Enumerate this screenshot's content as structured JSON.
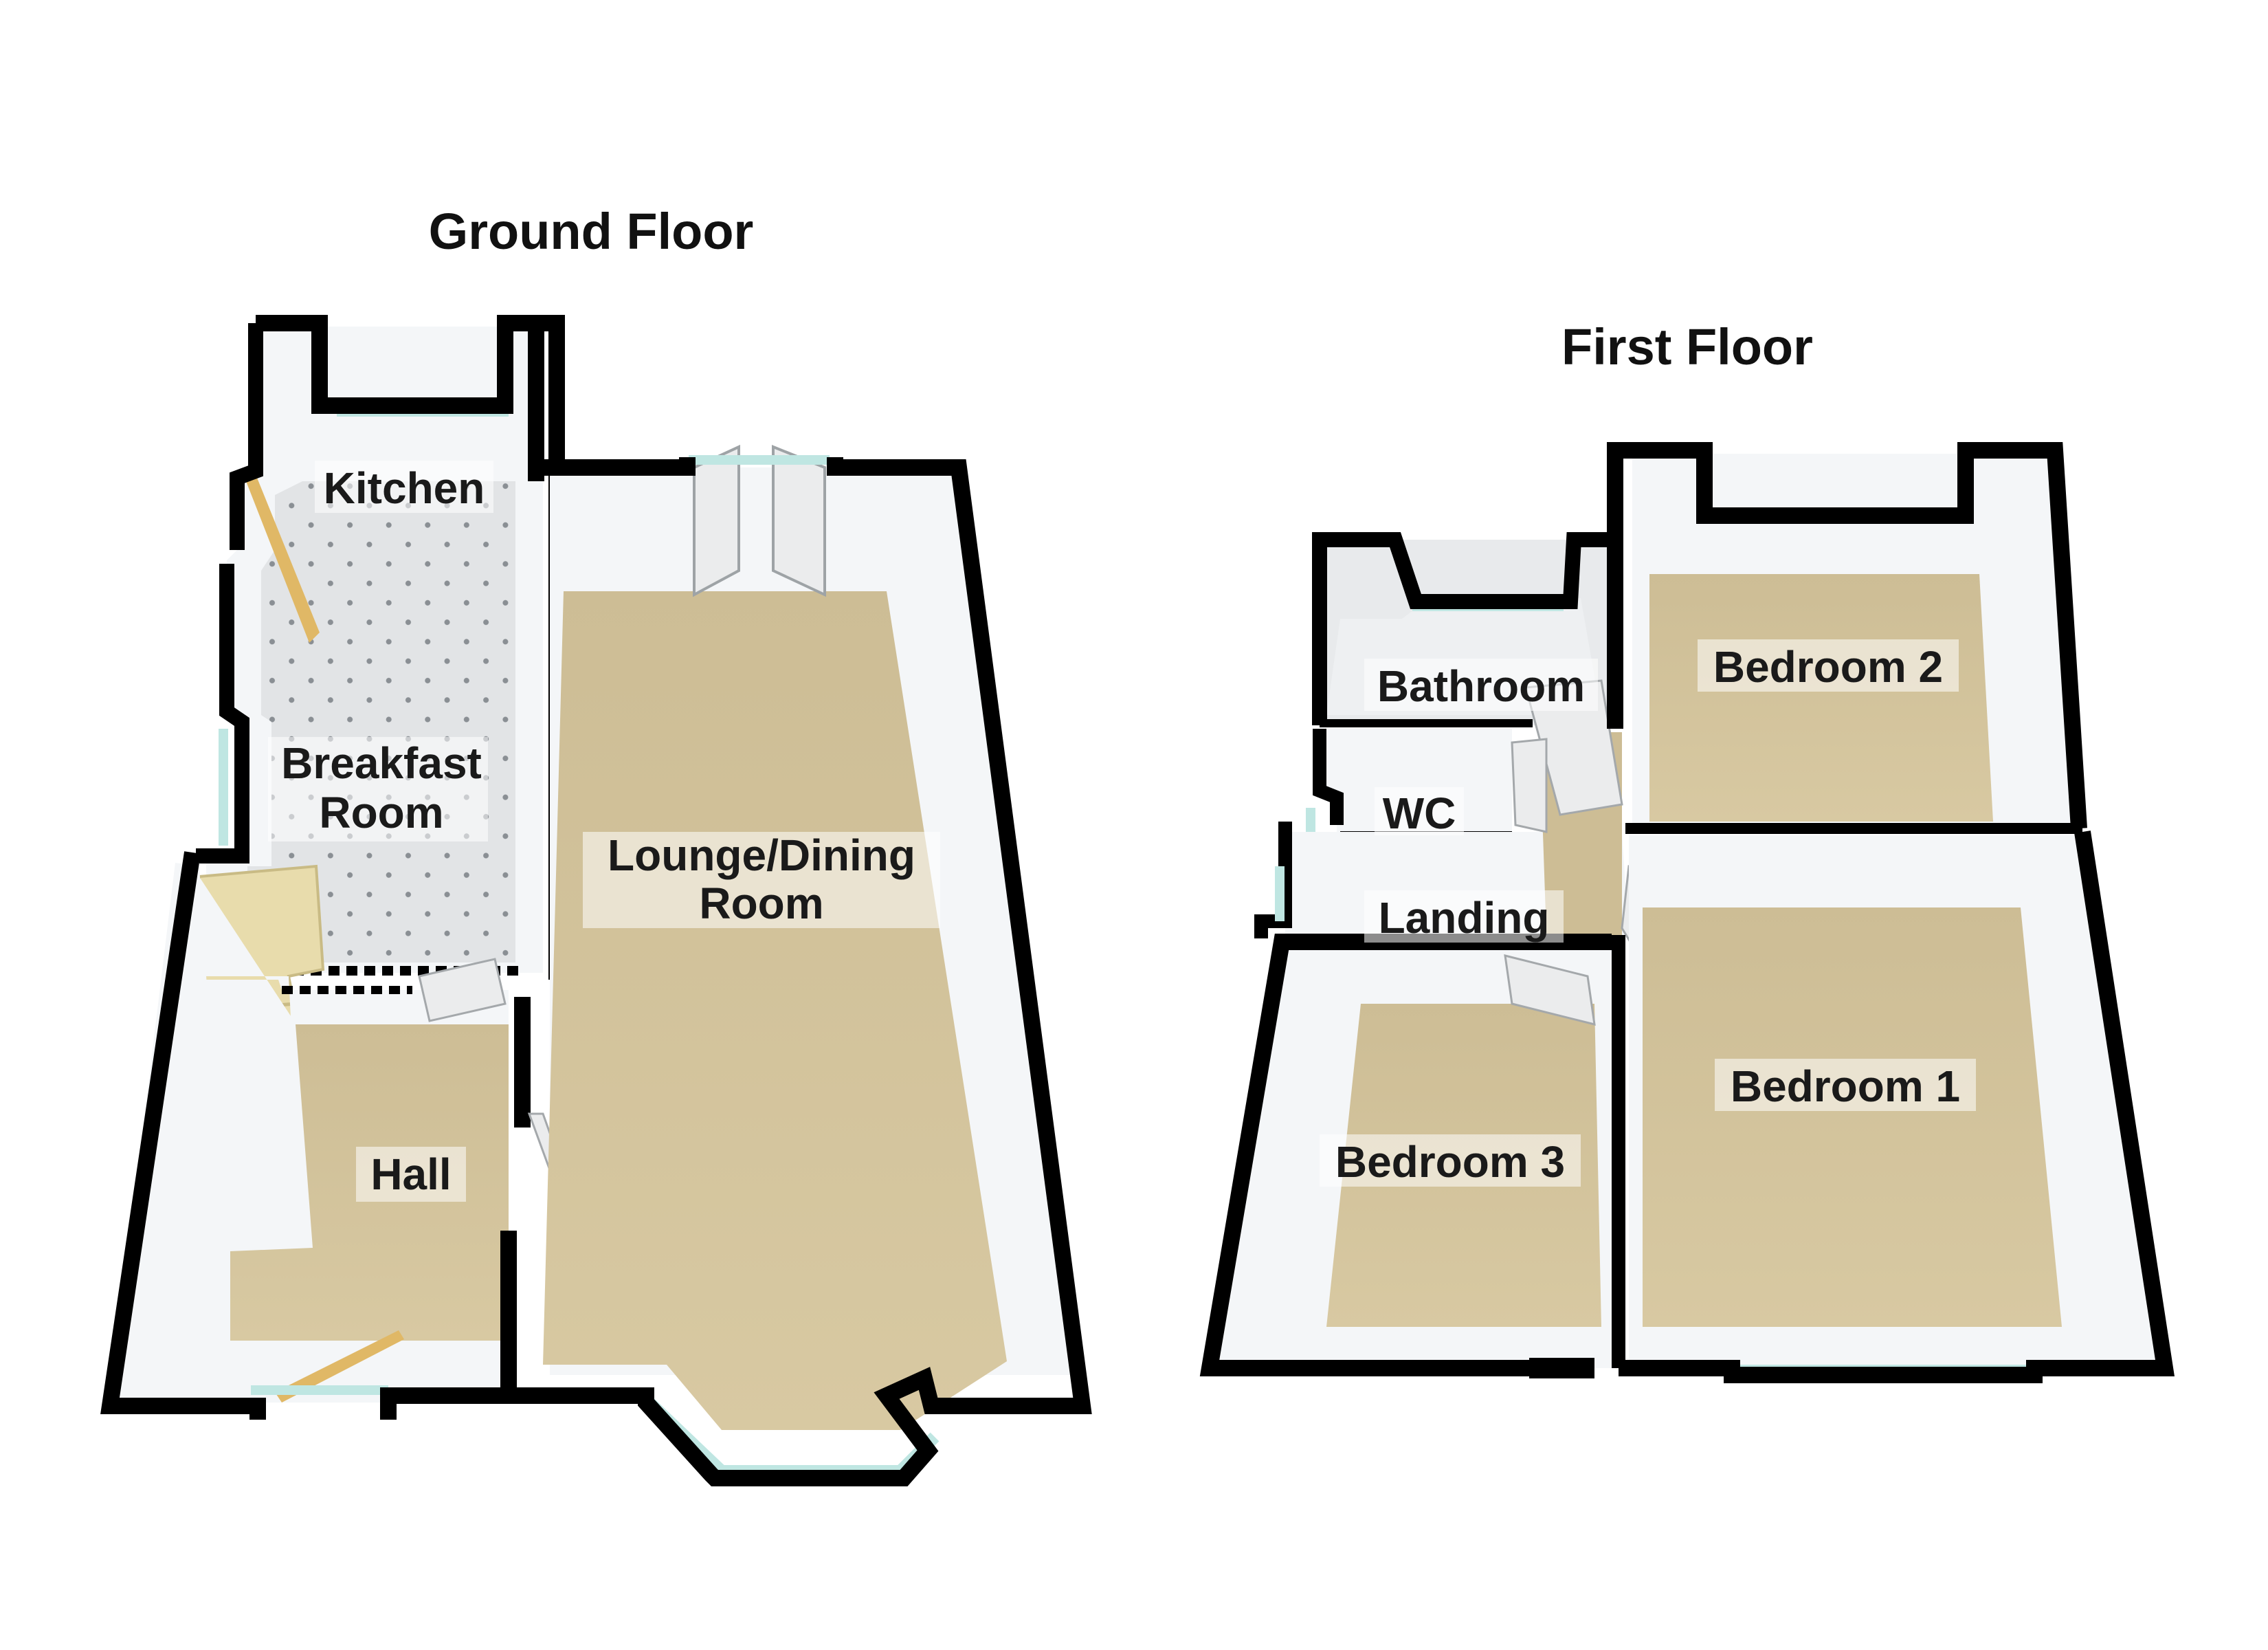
{
  "floors": {
    "ground": {
      "title": "Ground Floor",
      "rooms": {
        "kitchen": "Kitchen",
        "breakfast_line1": "Breakfast",
        "breakfast_line2": "Room",
        "lounge_line1": "Lounge/Dining",
        "lounge_line2": "Room",
        "hall": "Hall"
      }
    },
    "first": {
      "title": "First Floor",
      "rooms": {
        "bathroom": "Bathroom",
        "bedroom2": "Bedroom 2",
        "wc": "WC",
        "landing": "Landing",
        "bedroom1": "Bedroom 1",
        "bedroom3": "Bedroom 3"
      }
    }
  },
  "colors": {
    "wall": "#000000",
    "wall_face": "#f4f6f8",
    "carpet": "#d2c29a",
    "carpet_dark": "#bfae84",
    "tile": "#e2e4e6",
    "window": "#bfe6e2",
    "stairs": "#e8dcac",
    "door": "#ebeced"
  }
}
